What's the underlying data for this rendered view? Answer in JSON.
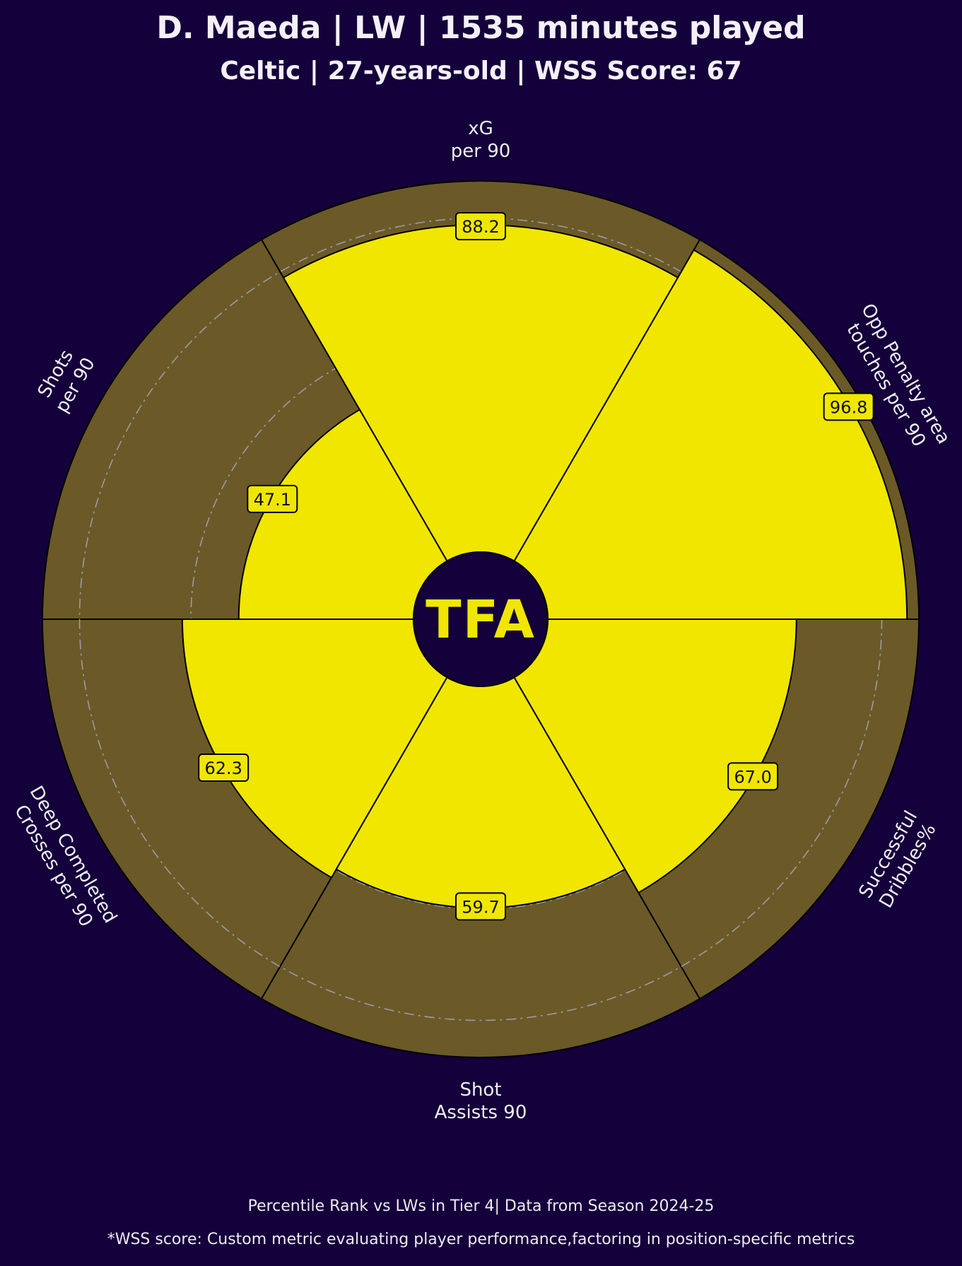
{
  "header": {
    "title": "D. Maeda | LW | 1535 minutes played",
    "subtitle": "Celtic | 27-years-old | WSS Score: 67"
  },
  "footer": {
    "note1": "Percentile Rank vs LWs in Tier 4| Data from Season 2024-25",
    "note2": "*WSS score: Custom metric evaluating player performance,factoring in position-specific metrics"
  },
  "logo": {
    "text": "TFA"
  },
  "colors": {
    "background": "#14003a",
    "slice_fill": "#f0e600",
    "slice_background": "#6b5a28",
    "edge": "#000000",
    "grid": "#9a9aa6",
    "label_text": "#f2eef7"
  },
  "chart_data": {
    "type": "pie",
    "subtype": "polar-area (pizza) percentile chart",
    "range": [
      0,
      100
    ],
    "categories": [
      [
        "xG",
        "per 90"
      ],
      [
        "Shots",
        "per 90"
      ],
      [
        "Deep Completed",
        "Crosses per 90"
      ],
      [
        "Shot",
        "Assists 90"
      ],
      [
        "Successful",
        "Dribbles%"
      ],
      [
        "Opp Penalty area",
        "touches per 90"
      ]
    ],
    "values": [
      88.2,
      47.1,
      62.3,
      59.7,
      67.0,
      96.8
    ],
    "value_labels": [
      "88.2",
      "47.1",
      "62.3",
      "59.7",
      "67.0",
      "96.8"
    ],
    "grid_rings": [
      60,
      90
    ]
  }
}
